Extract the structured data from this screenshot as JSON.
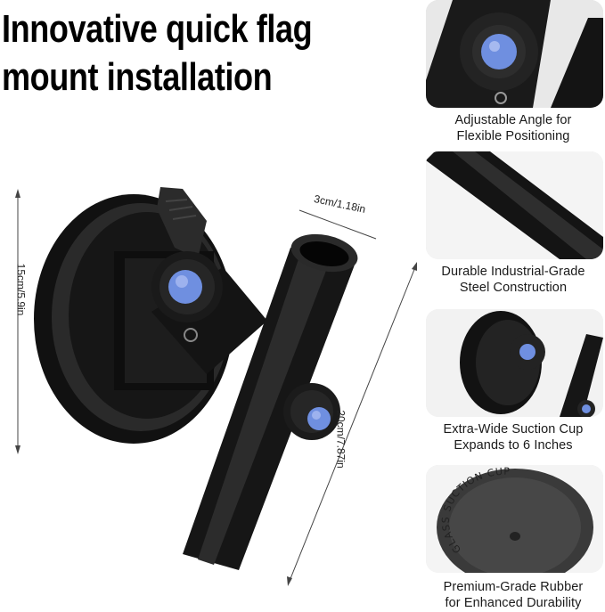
{
  "title": {
    "line1": "Innovative quick flag",
    "line2": "mount installation"
  },
  "dimensions": {
    "height": "15cm/5.9in",
    "diameter": "3cm/1.18in",
    "length": "20cm/7.87in"
  },
  "features": [
    {
      "line1": "Adjustable Angle for",
      "line2": "Flexible Positioning"
    },
    {
      "line1": "Durable Industrial-Grade",
      "line2": "Steel Construction"
    },
    {
      "line1": "Extra-Wide Suction Cup",
      "line2": "Expands to 6 Inches"
    },
    {
      "line1": "Premium-Grade Rubber",
      "line2": "for Enhanced Durability"
    }
  ],
  "suction_cup_text": "GLASS SUCTION CUP",
  "colors": {
    "knob_accent": "#6f8fe0",
    "metal": "#1c1c1c",
    "panel_bg": "#e6e6e6"
  }
}
